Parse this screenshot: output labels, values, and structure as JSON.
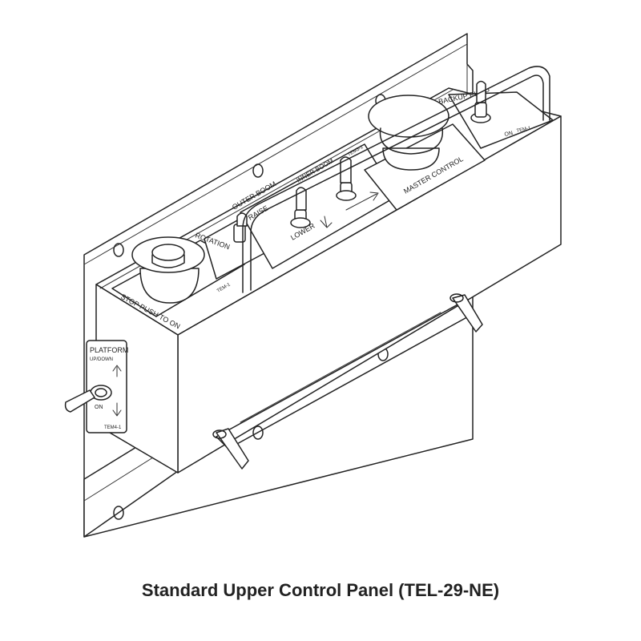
{
  "caption": "Standard Upper Control Panel (TEL-29-NE)",
  "labels": {
    "platform": "PLATFORM",
    "up_down": "UP/DOWN",
    "on": "ON",
    "platform_plate_id": "TEM4-1",
    "rotation": "ROTATION",
    "outer_boom": "OUTER BOOM",
    "raise": "RAISE",
    "inner_boom": "INNER BOOM",
    "lower": "LOWER",
    "master_control": "MASTER CONTROL",
    "backup_pump": "BACKUP PUMP",
    "stop_push_to_on": "STOP PUSH TO ON",
    "tem_plate_id": "TEM-1",
    "tem_plate_id_alt": "TEM3-1",
    "tem_plate_id_small": "TEM-1"
  }
}
